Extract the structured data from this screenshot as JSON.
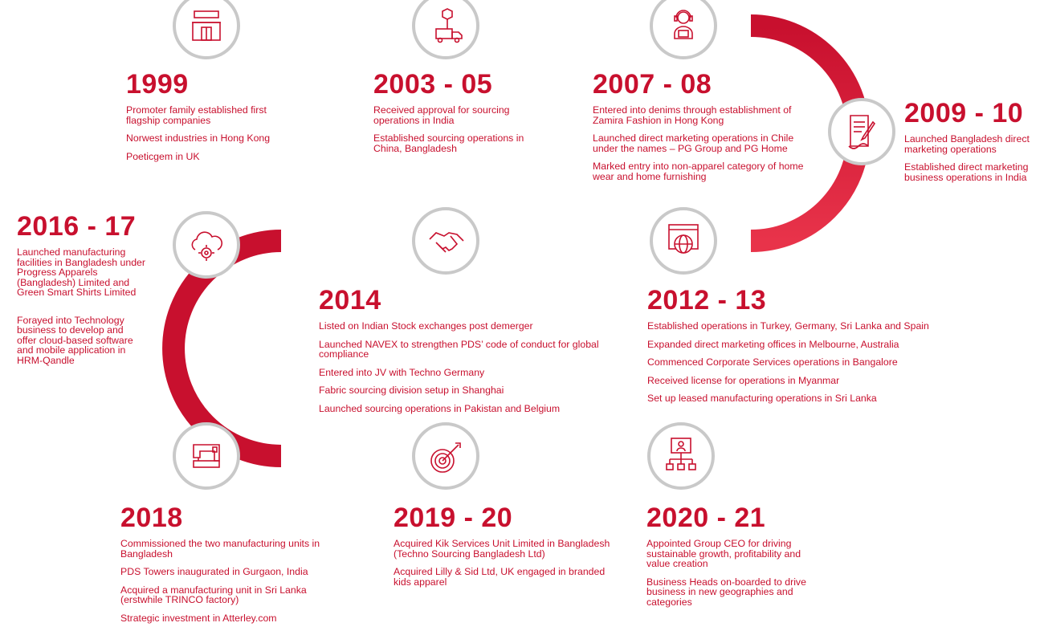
{
  "colors": {
    "road_primary": "#c8102e",
    "road_light": "#e8334a",
    "node_ring": "#c9c9c9",
    "icon": "#c8102e",
    "text": "#c8102e"
  },
  "milestones": [
    {
      "year": "1999",
      "icon": "factory-icon",
      "items": [
        "Promoter family established first flagship companies",
        "Norwest industries in Hong Kong",
        "Poeticgem in UK"
      ]
    },
    {
      "year": "2003 - 05",
      "icon": "delivery-truck-icon",
      "items": [
        "Received approval for sourcing operations in India",
        "Established sourcing operations in China, Bangladesh"
      ]
    },
    {
      "year": "2007 - 08",
      "icon": "support-agent-icon",
      "items": [
        "Entered into denims through establishment of Zamira Fashion in Hong Kong",
        "Launched direct marketing operations in Chile under the names – PG Group and PG Home",
        "Marked entry into non-apparel category of home wear and home furnishing"
      ]
    },
    {
      "year": "2009 - 10",
      "icon": "contract-icon",
      "items": [
        "Launched Bangladesh direct marketing operations",
        "Established direct marketing business operations in India"
      ]
    },
    {
      "year": "2012 - 13",
      "icon": "globe-web-icon",
      "items": [
        "Established operations in Turkey, Germany, Sri Lanka and Spain",
        "Expanded direct marketing offices in Melbourne, Australia",
        "Commenced Corporate Services operations in Bangalore",
        "Received license for operations in Myanmar",
        "Set up leased manufacturing operations in Sri Lanka"
      ]
    },
    {
      "year": "2014",
      "icon": "handshake-icon",
      "items": [
        "Listed on Indian Stock exchanges post demerger",
        "Launched NAVEX to strengthen PDS’ code of conduct for global compliance",
        "Entered into JV with Techno Germany",
        "Fabric sourcing division setup in Shanghai",
        "Launched sourcing operations in Pakistan and Belgium"
      ]
    },
    {
      "year": "2016 - 17",
      "icon": "cloud-gear-icon",
      "items": [
        "Launched manufacturing facilities in Bangladesh under Progress Apparels (Bangladesh) Limited and Green Smart Shirts Limited",
        "Forayed into Technology business to develop and offer cloud-based software and mobile application in HRM-Qandle"
      ]
    },
    {
      "year": "2018",
      "icon": "sewing-machine-icon",
      "items": [
        "Commissioned the two manufacturing units in Bangladesh",
        "PDS Towers inaugurated in Gurgaon, India",
        "Acquired a manufacturing unit in Sri Lanka (erstwhile TRINCO factory)",
        "Strategic investment in Atterley.com"
      ]
    },
    {
      "year": "2019 - 20",
      "icon": "target-arrow-icon",
      "items": [
        "Acquired Kik Services Unit Limited in Bangladesh (Techno Sourcing Bangladesh Ltd)",
        "Acquired Lilly & Sid Ltd, UK engaged in branded kids apparel"
      ]
    },
    {
      "year": "2020 - 21",
      "icon": "org-chart-icon",
      "items": [
        "Appointed Group CEO for driving sustainable growth, profitability and value creation",
        "Business Heads on-boarded to drive business in new geographies and categories"
      ]
    }
  ]
}
